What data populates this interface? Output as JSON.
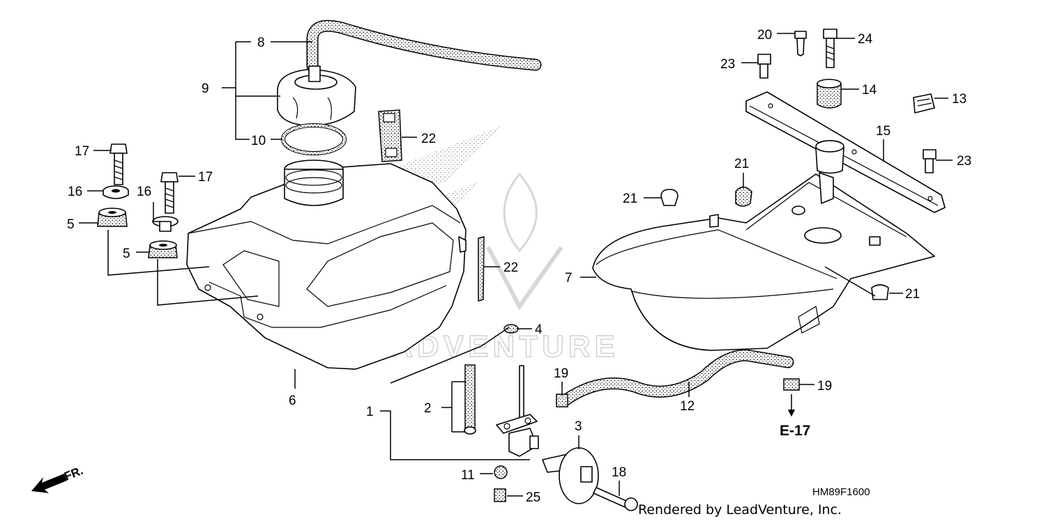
{
  "callouts": [
    {
      "id": "c8",
      "label": "8"
    },
    {
      "id": "c9",
      "label": "9"
    },
    {
      "id": "c10",
      "label": "10"
    },
    {
      "id": "c22a",
      "label": "22"
    },
    {
      "id": "c17a",
      "label": "17"
    },
    {
      "id": "c16a",
      "label": "16"
    },
    {
      "id": "c5a",
      "label": "5"
    },
    {
      "id": "c17b",
      "label": "17"
    },
    {
      "id": "c16b",
      "label": "16"
    },
    {
      "id": "c5b",
      "label": "5"
    },
    {
      "id": "c22b",
      "label": "22"
    },
    {
      "id": "c4",
      "label": "4"
    },
    {
      "id": "c6",
      "label": "6"
    },
    {
      "id": "c1",
      "label": "1"
    },
    {
      "id": "c2",
      "label": "2"
    },
    {
      "id": "c19a",
      "label": "19"
    },
    {
      "id": "c3",
      "label": "3"
    },
    {
      "id": "c11",
      "label": "11"
    },
    {
      "id": "c25",
      "label": "25"
    },
    {
      "id": "c18",
      "label": "18"
    },
    {
      "id": "c12",
      "label": "12"
    },
    {
      "id": "c19b",
      "label": "19"
    },
    {
      "id": "c20",
      "label": "20"
    },
    {
      "id": "c24",
      "label": "24"
    },
    {
      "id": "c23a",
      "label": "23"
    },
    {
      "id": "c14",
      "label": "14"
    },
    {
      "id": "c13",
      "label": "13"
    },
    {
      "id": "c15",
      "label": "15"
    },
    {
      "id": "c23b",
      "label": "23"
    },
    {
      "id": "c21a",
      "label": "21"
    },
    {
      "id": "c21b",
      "label": "21"
    },
    {
      "id": "c7",
      "label": "7"
    },
    {
      "id": "c21c",
      "label": "21"
    }
  ],
  "reference": "E-17",
  "figure_code": "HM89F1600",
  "front_marker": "FR.",
  "credit": "Rendered by LeadVenture, Inc.",
  "watermark": "LEADVENTURE"
}
